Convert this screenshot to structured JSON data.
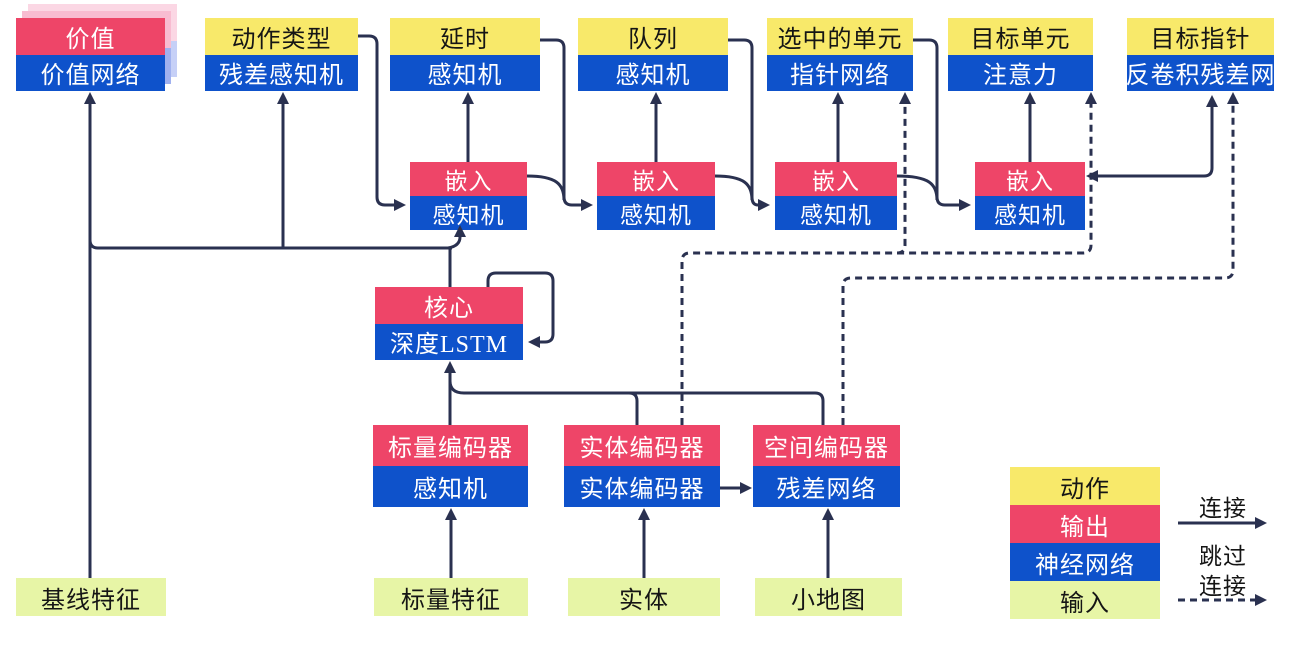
{
  "figure": {
    "value_head": {
      "output": "价值",
      "network": "价值网络"
    },
    "action_heads": [
      {
        "action": "动作类型",
        "network": "残差感知机"
      },
      {
        "action": "延时",
        "network": "感知机"
      },
      {
        "action": "队列",
        "network": "感知机"
      },
      {
        "action": "选中的单元",
        "network": "指针网络"
      },
      {
        "action": "目标单元",
        "network": "注意力"
      },
      {
        "action": "目标指针",
        "network": "反卷积残差网"
      }
    ],
    "embeddings": [
      {
        "output": "嵌入",
        "network": "感知机"
      },
      {
        "output": "嵌入",
        "network": "感知机"
      },
      {
        "output": "嵌入",
        "network": "感知机"
      },
      {
        "output": "嵌入",
        "network": "感知机"
      }
    ],
    "core": {
      "output": "核心",
      "network": "深度LSTM"
    },
    "encoders": [
      {
        "output": "标量编码器",
        "network": "感知机"
      },
      {
        "output": "实体编码器",
        "network": "实体编码器"
      },
      {
        "output": "空间编码器",
        "network": "残差网络"
      }
    ],
    "inputs": [
      {
        "label": "基线特征"
      },
      {
        "label": "标量特征"
      },
      {
        "label": "实体"
      },
      {
        "label": "小地图"
      }
    ],
    "legend": {
      "items": [
        {
          "label": "动作"
        },
        {
          "label": "输出"
        },
        {
          "label": "神经网络"
        },
        {
          "label": "输入"
        }
      ],
      "solid_label": "连接",
      "dashed_label": [
        "跳过",
        "连接"
      ]
    },
    "colors": {
      "action": "#f8e96a",
      "output": "#ee4568",
      "network": "#0e52cb",
      "input": "#e7f5a6",
      "wire": "#2a3150"
    }
  }
}
